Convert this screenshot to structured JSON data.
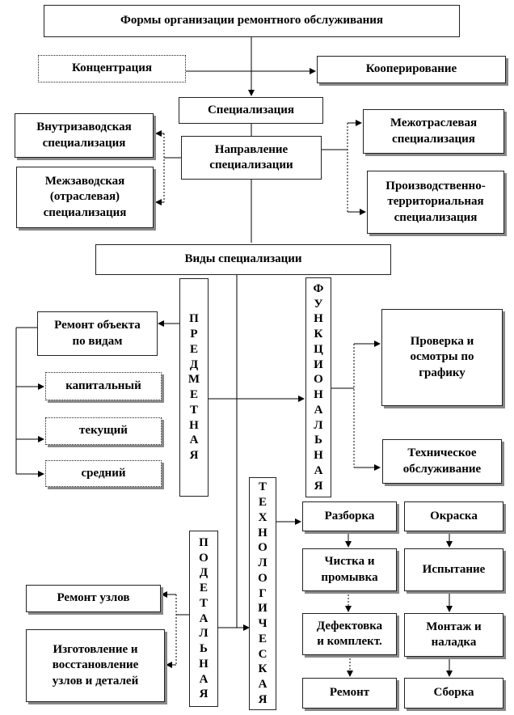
{
  "title": "Формы организации ремонтного обслуживания",
  "forms": {
    "concentration": "Концентрация",
    "cooperation": "Кооперирование",
    "specialization": "Специализация"
  },
  "direction": {
    "label": "Направление\nспециализации",
    "intra_plant": "Внутризаводская\nспециализация",
    "inter_plant": "Межзаводская\n(отраслевая)\nспециализация",
    "inter_industry": "Межотраслевая\nспециализация",
    "territorial": "Производственно-\nтерриториальная\nспециализация"
  },
  "types": {
    "label": "Виды специализации",
    "subject": "П\nР\nЕ\nД\nМ\nЕ\nТ\nН\nА\nЯ",
    "functional": "Ф\nУ\nН\nК\nЦ\nИ\nО\nН\nА\nЛ\nЬ\nН\nА\nЯ",
    "technological": "Т\nЕ\nХ\nН\nО\nЛ\nО\nГ\nИ\nЧ\nЕ\nС\nК\nА\nЯ",
    "detail": "П\nО\nД\nЕ\nТ\nА\nЛ\nЬ\nН\nА\nЯ"
  },
  "subject_items": {
    "repair_by_type": "Ремонт объекта\nпо видам",
    "capital": "капитальный",
    "current": "текущий",
    "medium": "средний"
  },
  "functional_items": {
    "inspection": "Проверка и\nосмотры по\nграфику",
    "maintenance": "Техническое\nобслуживание"
  },
  "detail_items": {
    "unit_repair": "Ремонт узлов",
    "manufacture": "Изготовление и\nвосстановление\nузлов и деталей"
  },
  "tech_steps": {
    "disassembly": "Разборка",
    "cleaning": "Чистка и\nпромывка",
    "defect": "Дефектовка\nи комплект.",
    "repair": "Ремонт",
    "painting": "Окраска",
    "testing": "Испытание",
    "assembly_adjust": "Монтаж и\nналадка",
    "assembly": "Сборка"
  }
}
